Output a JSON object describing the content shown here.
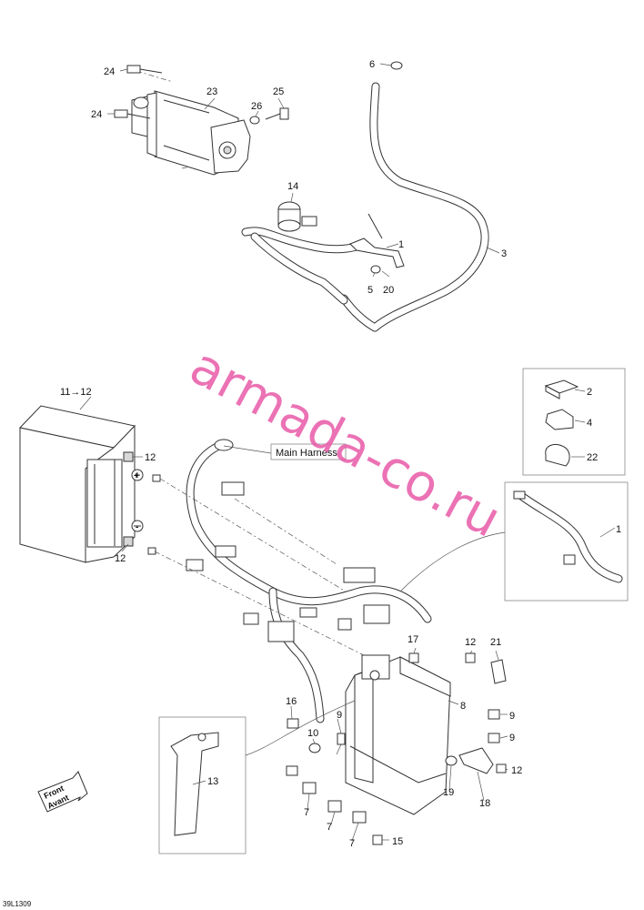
{
  "diagram_code": "39L1309",
  "watermark": "armada-co.ru",
  "harness_label": "Main Harness",
  "front_arrow": {
    "line1": "Front",
    "line2": "Avant"
  },
  "battery_label": "11→12",
  "polarity": {
    "positive": "+",
    "negative": "-"
  },
  "colors": {
    "watermark": "#e85aa8",
    "line": "#333333"
  },
  "part_labels": {
    "p24a": "24",
    "p24b": "24",
    "p23": "23",
    "p25": "25",
    "p26": "26",
    "p6": "6",
    "p14": "14",
    "p1a": "1",
    "p3": "3",
    "p5": "5",
    "p20": "20",
    "p2": "2",
    "p4": "4",
    "p22": "22",
    "p12a": "12",
    "p12b": "12",
    "p1b": "1",
    "p17": "17",
    "p12c": "12",
    "p21": "21",
    "p8": "8",
    "p16": "16",
    "p9a": "9",
    "p9b": "9",
    "p9c": "9",
    "p10": "10",
    "p13": "13",
    "p19": "19",
    "p12d": "12",
    "p18": "18",
    "p7a": "7",
    "p7b": "7",
    "p7c": "7",
    "p15": "15"
  }
}
